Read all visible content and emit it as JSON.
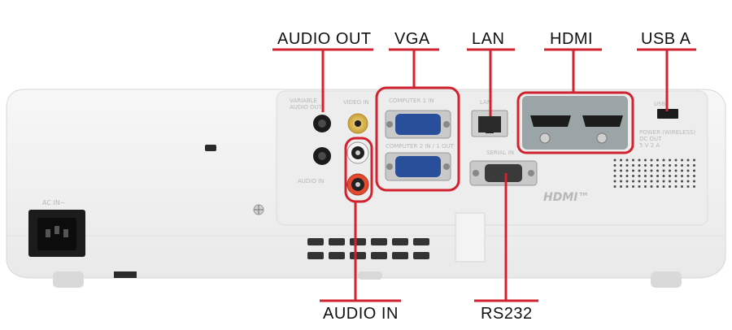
{
  "labels": {
    "audio_out": "AUDIO OUT",
    "vga": "VGA",
    "lan": "LAN",
    "hdmi": "HDMI",
    "usb_a": "USB A",
    "audio_in": "AUDIO IN",
    "rs232": "RS232"
  },
  "panel_text": {
    "variable_audio_out": "VARIABLE\nAUDIO OUT",
    "video_in": "VIDEO IN",
    "computer_1_in": "COMPUTER 1 IN",
    "computer_2_in_1_out": "COMPUTER 2 IN / 1 OUT",
    "lan": "LAN",
    "serial": "SERIAL IN",
    "usb": "USB",
    "power_wireless": "POWER (WIRELESS)\nDC OUT\n5 V 2 A",
    "audio_in": "AUDIO IN",
    "ac_in": "AC IN~",
    "hdmi_logo": "HDMI™"
  },
  "colors": {
    "callout": "#d0222f",
    "body": "#f4f4f4",
    "panel": "#e9e9e9"
  }
}
